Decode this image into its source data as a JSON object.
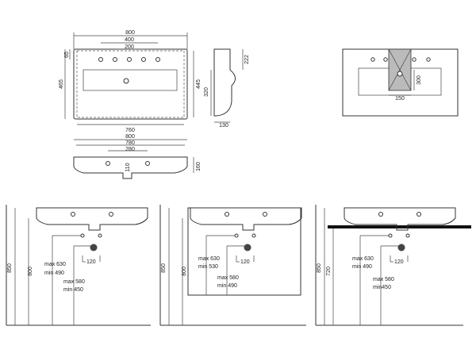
{
  "top_view": {
    "dims": {
      "overall_width": "800",
      "hole_span_outer": "400",
      "hole_span_inner": "200",
      "hole_offset": "65",
      "depth_total": "465",
      "depth_inner": "445",
      "base_width": "760"
    }
  },
  "side_view": {
    "dims": {
      "top": "222",
      "mid": "320",
      "bottom": "130"
    }
  },
  "cutout_view": {
    "dims": {
      "cut_height": "300",
      "cut_width": "150"
    }
  },
  "front_view": {
    "dims": {
      "w1": "800",
      "w2": "780",
      "w3": "280",
      "drain": "110",
      "height": "160"
    }
  },
  "installations": [
    {
      "height_total": "850",
      "height_top": "800",
      "tap_range": [
        "max 630",
        "min 490"
      ],
      "drain_range": [
        "max 580",
        "min 450"
      ],
      "spacing": "120"
    },
    {
      "height_total": "850",
      "height_top": "800",
      "tap_range": [
        "max 630",
        "min 530"
      ],
      "drain_range": [
        "max 580",
        "min 490"
      ],
      "spacing": "120"
    },
    {
      "height_total": "850",
      "height_top": "720",
      "tap_range": [
        "max 630",
        "min 490"
      ],
      "drain_range": [
        "max 580",
        "min450"
      ],
      "spacing": "120"
    }
  ]
}
